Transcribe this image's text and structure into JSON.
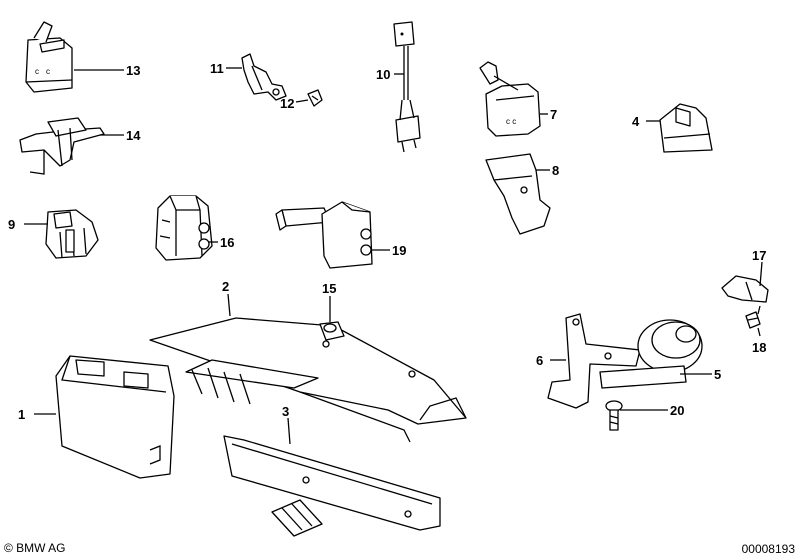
{
  "labels": {
    "p1": "1",
    "p2": "2",
    "p3": "3",
    "p4": "4",
    "p5": "5",
    "p6": "6",
    "p7": "7",
    "p8": "8",
    "p9": "9",
    "p10": "10",
    "p11": "11",
    "p12": "12",
    "p13": "13",
    "p14": "14",
    "p15": "15",
    "p16": "16",
    "p17": "17",
    "p18": "18",
    "p19": "19",
    "p20": "20"
  },
  "footer": {
    "copyright": "© BMW AG",
    "document_number": "00008193"
  }
}
